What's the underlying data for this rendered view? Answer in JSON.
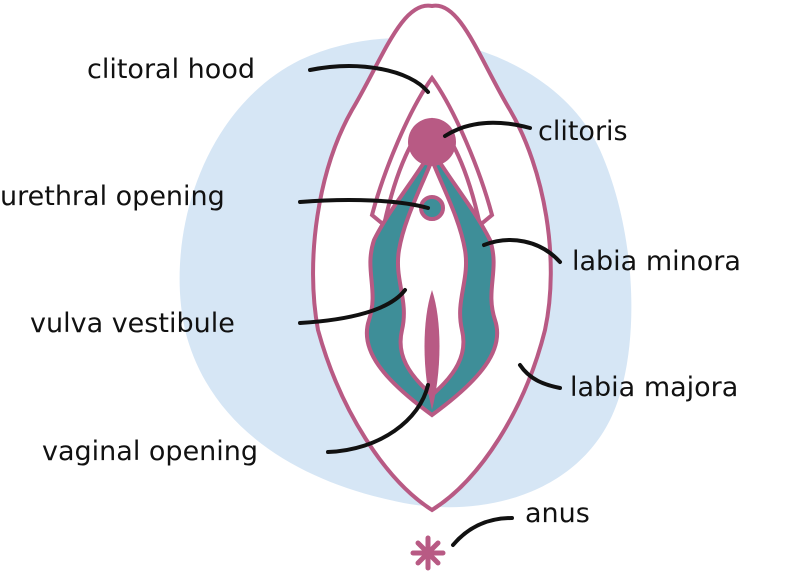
{
  "title": "Vulva anatomy diagram",
  "colors": {
    "background_blob": "#d6e6f5",
    "outline": "#b85a84",
    "minora_fill": "#3e8e98",
    "leader_line": "#111111"
  },
  "labels": {
    "clitoral_hood": "clitoral hood",
    "clitoris": "clitoris",
    "urethral_opening": "urethral opening",
    "labia_minora": "labia minora",
    "vulva_vestibule": "vulva vestibule",
    "labia_majora": "labia majora",
    "vaginal_opening": "vaginal opening",
    "anus": "anus"
  }
}
